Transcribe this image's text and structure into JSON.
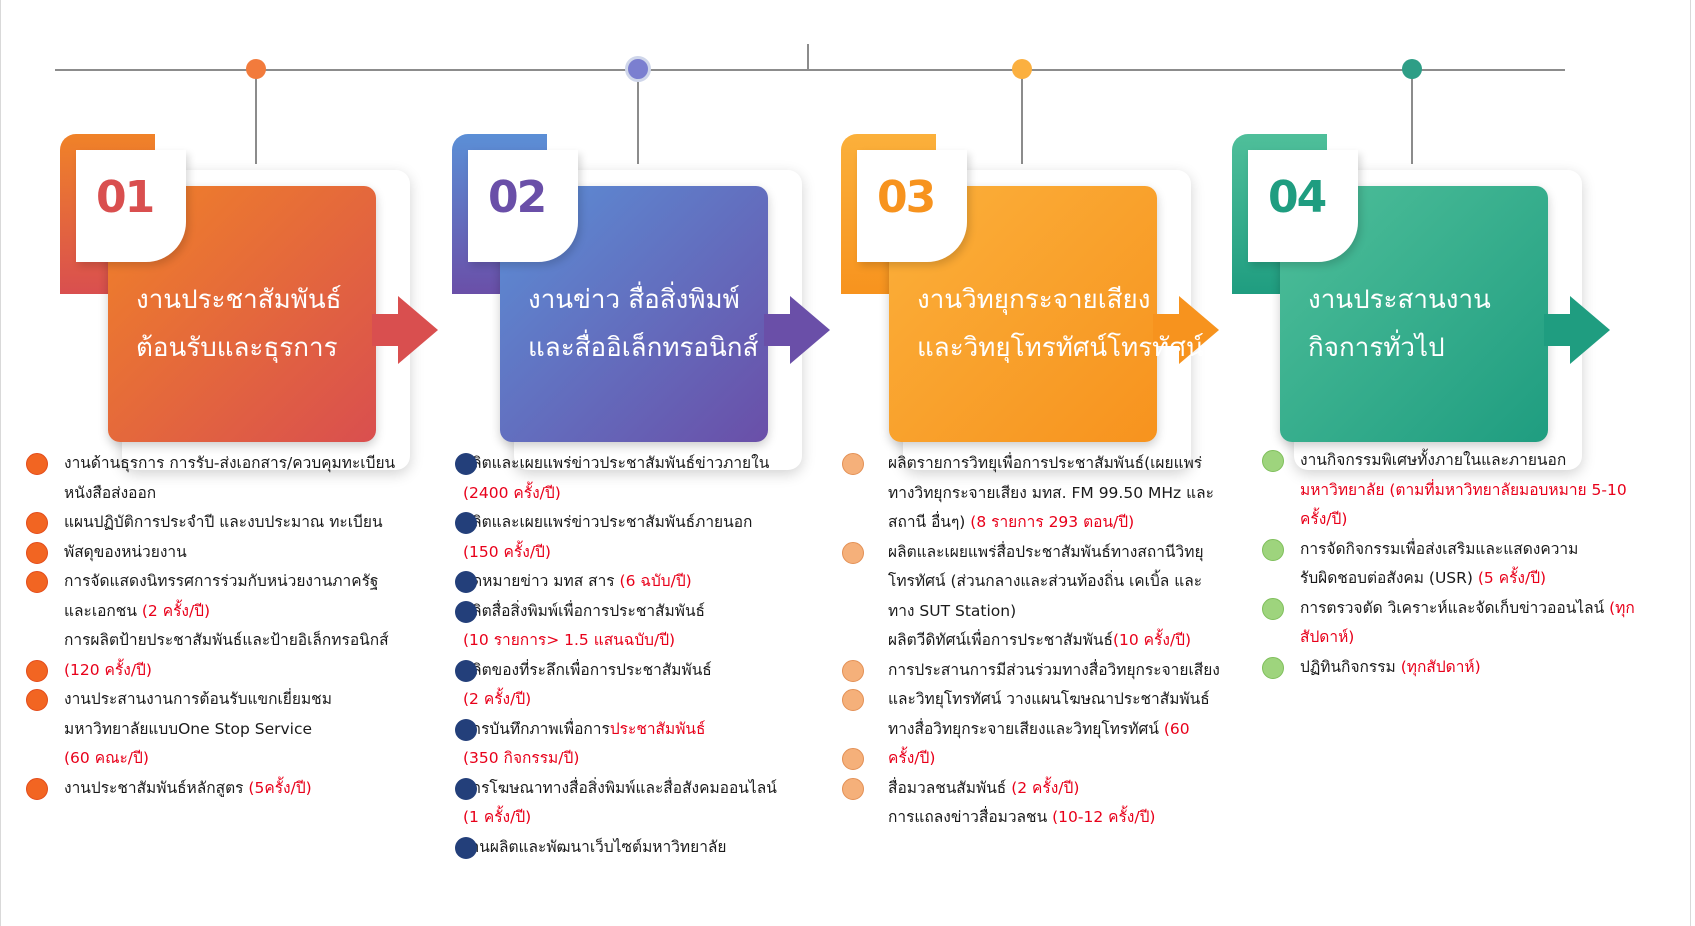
{
  "columns": [
    {
      "number": "01",
      "title_line1": "งานประชาสัมพันธ์",
      "title_line2": "ต้อนรับและธุรการ",
      "color_from": "#f08228",
      "color_to": "#d94f4f",
      "items": [
        {
          "text": "งานด้านธุรการ การรับ-ส่งเอกสาร/ควบคุมทะเบียน",
          "hl": ""
        },
        {
          "text": "หนังสือส่งออก",
          "hl": ""
        },
        {
          "text": "แผนปฏิบัติการประจำปี และงบประมาณ ทะเบียน",
          "hl": ""
        },
        {
          "text": "พัสดุของหน่วยงาน",
          "hl": ""
        },
        {
          "text": "การจัดแสดงนิทรรศการร่วมกับหน่วยงานภาครัฐ",
          "hl": ""
        },
        {
          "text": "และเอกชน ",
          "hl": "(2 ครั้ง/ปี)"
        },
        {
          "text": "การผลิตป้ายประชาสัมพันธ์และป้ายอิเล็กทรอนิกส์",
          "hl": ""
        },
        {
          "text": "",
          "hl": "(120 ครั้ง/ปี)"
        },
        {
          "text": "งานประสานงานการต้อนรับแขกเยี่ยมชม",
          "hl": ""
        },
        {
          "text": "มหาวิทยาลัยแบบOne Stop Service",
          "hl": ""
        },
        {
          "text": "",
          "hl": "(60 คณะ/ปี)"
        },
        {
          "text": "งานประชาสัมพันธ์หลักสูตร ",
          "hl": "(5ครั้ง/ปี)"
        }
      ]
    },
    {
      "number": "02",
      "title_line1": "งานข่าว สื่อสิ่งพิมพ์",
      "title_line2": "และสื่ออิเล็กทรอนิกส์",
      "color_from": "#5b8fd6",
      "color_to": "#6a4fa8",
      "items": [
        {
          "text": "ผลิตและเผยแพร่ข่าวประชาสัมพันธ์ข่าวภายใน",
          "hl": ""
        },
        {
          "text": "",
          "hl": "(2400 ครั้ง/ปี)"
        },
        {
          "text": "ผลิตและเผยแพร่ข่าวประชาสัมพันธ์ภายนอก",
          "hl": ""
        },
        {
          "text": "",
          "hl": "(150 ครั้ง/ปี)"
        },
        {
          "text": "จดหมายข่าว มทส สาร ",
          "hl": "(6 ฉบับ/ปี)"
        },
        {
          "text": "ผลิตสื่อสิ่งพิมพ์เพื่อการประชาสัมพันธ์",
          "hl": ""
        },
        {
          "text": "",
          "hl": "(10 รายการ> 1.5 แสนฉบับ/ปี)"
        },
        {
          "text": "ผลิตของที่ระลึกเพื่อการประชาสัมพันธ์",
          "hl": ""
        },
        {
          "text": "",
          "hl": "(2 ครั้ง/ปี)"
        },
        {
          "text": "การบันทึกภาพเพื่อการ",
          "hl": "ประชาสัมพันธ์"
        },
        {
          "text": "",
          "hl": "(350 กิจกรรม/ปี)"
        },
        {
          "text": "การโฆษณาทางสื่อสิ่งพิมพ์และสื่อสังคมออนไลน์",
          "hl": ""
        },
        {
          "text": "",
          "hl": "(1 ครั้ง/ปี)"
        },
        {
          "text": " งานผลิตและพัฒนาเว็บไซต์มหาวิทยาลัย",
          "hl": ""
        }
      ]
    },
    {
      "number": "03",
      "title_line1": "งานวิทยุกระจายเสียง",
      "title_line2": "และวิทยุโทรทัศน์โทรทัศน์",
      "color_from": "#fbb03b",
      "color_to": "#f7931e",
      "items": [
        {
          "text": "ผลิตรายการวิทยุเพื่อการประชาสัมพันธ์(เผยแพร่",
          "hl": ""
        },
        {
          "text": "ทางวิทยุกระจายเสียง มทส. FM 99.50 MHz และ",
          "hl": ""
        },
        {
          "text": "สถานี อื่นๆ) ",
          "hl": "(8 รายการ 293 ตอน/ปี)"
        },
        {
          "text": "ผลิตและเผยแพร่สื่อประชาสัมพันธ์ทางสถานีวิทยุ",
          "hl": ""
        },
        {
          "text": "โทรทัศน์ (ส่วนกลางและส่วนท้องถิ่น เคเบิ้ล และ",
          "hl": ""
        },
        {
          "text": "ทาง SUT Station)",
          "hl": ""
        },
        {
          "text": "ผลิตวีดิทัศน์เพื่อการประชาสัมพันธ์",
          "hl": "(10 ครั้ง/ปี)"
        },
        {
          "text": "การประสานการมีส่วนร่วมทางสื่อวิทยุกระจายเสียง",
          "hl": ""
        },
        {
          "text": "และวิทยุโทรทัศน์ วางแผนโฆษณาประชาสัมพันธ์",
          "hl": ""
        },
        {
          "text": "ทางสื่อวิทยุกระจายเสียงและวิทยุโทรทัศน์ ",
          "hl": "(60"
        },
        {
          "text": "",
          "hl": "ครั้ง/ปี)"
        },
        {
          "text": "สื่อมวลชนสัมพันธ์ ",
          "hl": "(2 ครั้ง/ปี)"
        },
        {
          "text": "การแถลงข่าวสื่อมวลชน ",
          "hl": "(10-12 ครั้ง/ปี)"
        }
      ]
    },
    {
      "number": "04",
      "title_line1": "งานประสานงาน",
      "title_line2": "กิจการทั่วไป",
      "color_from": "#4fbf9a",
      "color_to": "#1f9d80",
      "items": [
        {
          "text": "งานกิจกรรมพิเศษทั้งภายในและภายนอก",
          "hl": ""
        },
        {
          "text": "",
          "hl": "มหาวิทยาลัย (ตามที่มหาวิทยาลัยมอบหมาย 5-10"
        },
        {
          "text": "",
          "hl": "ครั้ง/ปี)"
        },
        {
          "text": "การจัดกิจกรรมเพื่อส่งเสริมและแสดงความ",
          "hl": ""
        },
        {
          "text": "รับผิดชอบต่อสังคม (USR) ",
          "hl": "(5 ครั้ง/ปี)"
        },
        {
          "text": "การตรวจตัด วิเคราะห์และจัดเก็บข่าวออนไลน์ ",
          "hl": "(ทุก"
        },
        {
          "text": "",
          "hl": "สัปดาห์)"
        },
        {
          "text": "ปฏิทินกิจกรรม ",
          "hl": "(ทุกสัปดาห์)"
        }
      ]
    }
  ]
}
